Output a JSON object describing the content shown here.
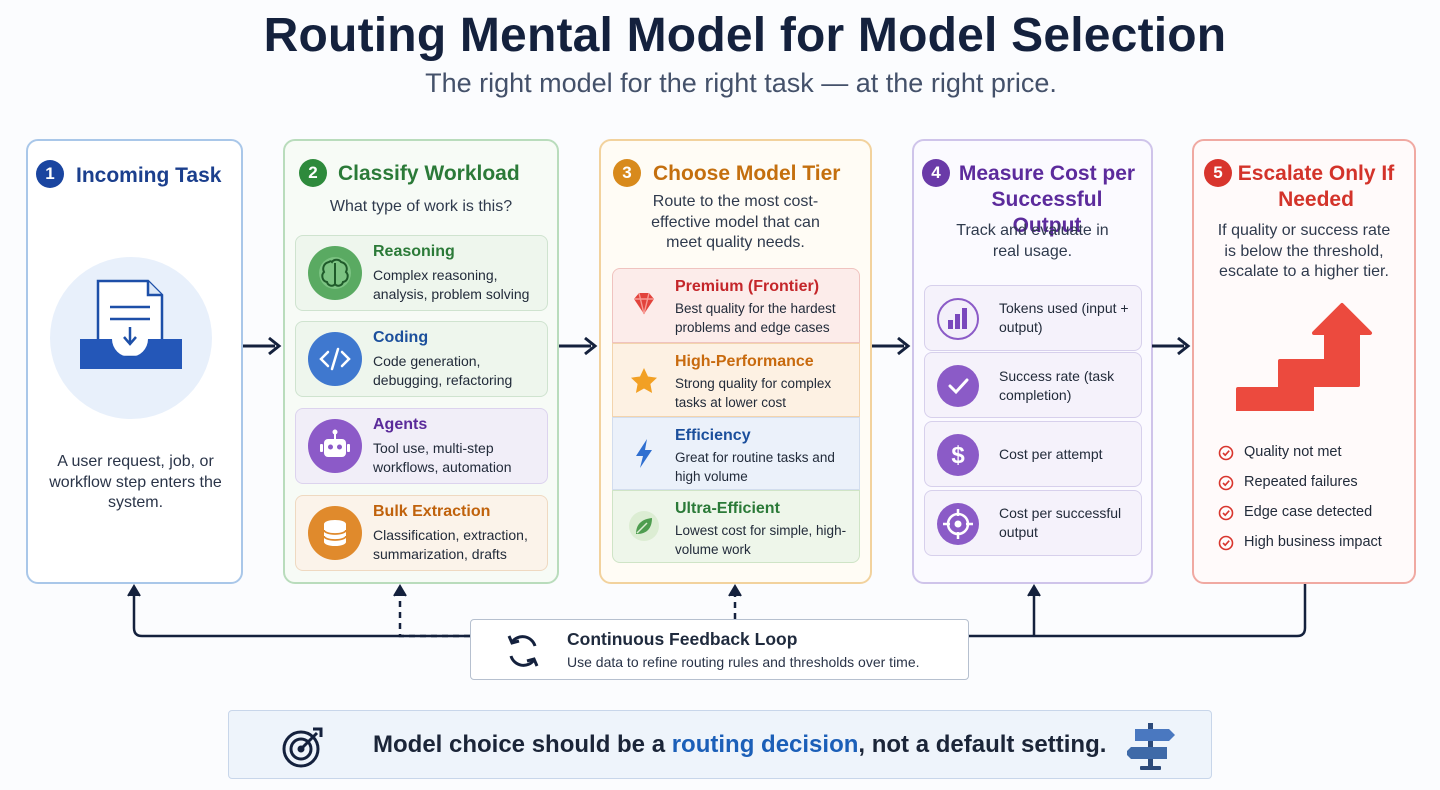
{
  "title": "Routing Mental Model for Model Selection",
  "subtitle": "The right model for the right task — at the right price.",
  "steps": [
    {
      "number": "1",
      "title": "Incoming Task",
      "description": "A user request, job, or workflow step enters the system."
    },
    {
      "number": "2",
      "title": "Classify Workload",
      "subtitle": "What type of work is this?",
      "items": [
        {
          "name": "Reasoning",
          "desc": "Complex reasoning, analysis, problem solving",
          "icon": "brain-icon",
          "color": "#2b7a38"
        },
        {
          "name": "Coding",
          "desc": "Code generation, debugging, refactoring",
          "icon": "code-icon",
          "color": "#1b4f9c"
        },
        {
          "name": "Agents",
          "desc": "Tool use, multi-step workflows, automation",
          "icon": "robot-icon",
          "color": "#5a2a9a"
        },
        {
          "name": "Bulk Extraction",
          "desc": "Classification, extraction, summarization, drafts",
          "icon": "database-icon",
          "color": "#c0620c"
        }
      ]
    },
    {
      "number": "3",
      "title": "Choose Model Tier",
      "subtitle": "Route to the most cost-effective model that can meet quality needs.",
      "tiers": [
        {
          "name": "Premium (Frontier)",
          "desc": "Best quality for the hardest problems and edge cases",
          "icon": "gem-icon",
          "color": "#c4262a"
        },
        {
          "name": "High-Performance",
          "desc": "Strong quality for complex tasks at lower cost",
          "icon": "star-icon",
          "color": "#c86a0e"
        },
        {
          "name": "Efficiency",
          "desc": "Great for routine tasks and high volume",
          "icon": "lightning-icon",
          "color": "#1b4f9c"
        },
        {
          "name": "Ultra-Efficient",
          "desc": "Lowest cost for simple, high-volume work",
          "icon": "leaf-icon",
          "color": "#2b7a38"
        }
      ]
    },
    {
      "number": "4",
      "title": "Measure Cost per Successful Output",
      "subtitle": "Track and evaluate in real usage.",
      "metrics": [
        {
          "label": "Tokens used (input + output)",
          "icon": "bar-chart-icon"
        },
        {
          "label": "Success rate (task completion)",
          "icon": "check-circle-icon"
        },
        {
          "label": "Cost per attempt",
          "icon": "dollar-icon"
        },
        {
          "label": "Cost per successful output",
          "icon": "target-icon"
        }
      ]
    },
    {
      "number": "5",
      "title": "Escalate Only If Needed",
      "subtitle": "If quality or success rate is below the threshold, escalate to a higher tier.",
      "conditions": [
        "Quality not met",
        "Repeated failures",
        "Edge case detected",
        "High business impact"
      ]
    }
  ],
  "feedback": {
    "title": "Continuous Feedback Loop",
    "desc": "Use data to refine routing rules and thresholds over time."
  },
  "banner": {
    "before": "Model choice should be a ",
    "highlight": "routing decision",
    "after": ", not a default setting."
  }
}
